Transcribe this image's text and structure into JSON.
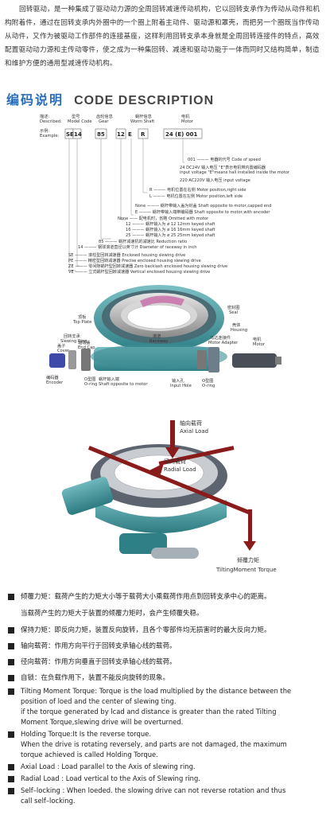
{
  "intro": "回转驱动，是一种集成了驱动动力源的全周回转减速传动机构，它以回转支承作为传动从动件和机构附着件，通过在回转支承内外圈中的一个圈上附着主动件、驱动源和罩壳，而把另一个圈既当作传动从动件，又作为被驱动工作部件的连接基座，这样利用回转支承本身就是全周回转连接件的特点，高效配置驱动动力源和主传动零件，使之成为一种集回转、减速和驱动功能于一体而同时又结构简单，制造和维护方便的通用型减速传动机构。",
  "heading": {
    "cn": "编码说明",
    "en": "CODE DESCRIPTION"
  },
  "code": {
    "describe_cn": "描述:",
    "describe_en": "Described:",
    "example_cn": "示例:",
    "example_en": "Example:",
    "columns": [
      {
        "cn": "型号",
        "en": "Model Code",
        "value": "SE"
      },
      {
        "cn": "",
        "en": "",
        "value": "14"
      },
      {
        "cn": "齿轮信息",
        "en": "Gear",
        "value": "85"
      },
      {
        "cn": "蜗杆信息",
        "en": "Worm Shaft",
        "value": "12"
      },
      {
        "cn": "",
        "en": "",
        "value": "E"
      },
      {
        "cn": "",
        "en": "",
        "value": "R"
      },
      {
        "cn": "电机",
        "en": "Motor",
        "value": "24 (E) 001"
      }
    ],
    "lines": [
      "001 ——— 电器的代号  Code of speed",
      "24  DC24V  输入电压 \"E\"表示电机带内置编码器",
      "                 input voltage  \"E\"means hall installed inside the motor",
      "220   AC220V  输入电压  input voltage",
      "R ——— 电机位置在右侧   Motor position,right side",
      "L ——— 电机位置在左侧   Motor position,left side",
      "None ——— 蜗杆带输入盖为封盖   Shaft opposite to motor,capped end",
      "E ——— 蜗杆带输入端带编码器   Shaft opposite to motor,with encoder",
      "None —— 配电机时，省略      Omitted with motor",
      "12 ——— 蜗杆输入为 ø 12    12mm keyed shaft",
      "16 ——— 蜗杆输入为 ø 16    16mm keyed shaft",
      "25 ——— 蜗杆输入为 ø 25    25mm keyed shaft",
      "85 ——— 蜗杆减速机的减速比   Reduction ratio",
      "14 ——— 钢球滚道直径以英寸计   Diameter of raceway in inch",
      "SE ——— 滚柱型回转减速器   Enclosed housing slewing drive",
      "PE ——— 精密型回转减速器   Precise enclosed housing slewing drive",
      "ZE ——— 零间隙蜗杆型回转减速器  Zero backlash enclosed housing slewing drive",
      "VE ——— 立式蜗杆型回转减速器   Vertical enclosed housing slewing drive"
    ]
  },
  "parts": {
    "top_plate_cn": "顶板",
    "top_plate_en": "Top Plate",
    "slewing_ring_cn": "回转支承",
    "slewing_ring_en": "Slewing Ring",
    "raceway_cn": "滚道",
    "raceway_en": "Raceway",
    "seal_cn": "密封圈",
    "seal_en": "Seal",
    "housing_cn": "壳体",
    "housing_en": "Housing",
    "motor_adapter_cn": "马达连接件",
    "motor_adapter_en": "Motor Adapter",
    "motor_cn": "电机",
    "motor_en": "Motor",
    "cover_cn": "盖子",
    "cover_en": "Cover",
    "end_cap_cn": "轴端盖",
    "end_cap_en": "End Cap",
    "encoder_cn": "编码器",
    "encoder_en": "Encoder",
    "oring1_cn": "O型圈",
    "oring1_en": "O-ring",
    "shaft_opp_cn": "蜗杆输入端",
    "shaft_opp_en": "Shaft opposite to motor",
    "input_hole_cn": "输入孔",
    "input_hole_en": "Input Hole",
    "oring2_cn": "O型圈",
    "oring2_en": "O-ring"
  },
  "loads": {
    "axial_cn": "轴向载荷",
    "axial_en": "Axial Load",
    "radial_cn": "径向载荷",
    "radial_en": "Radial Load",
    "tilting_cn": "倾覆力矩",
    "tilting_en": "TiltingMoment Torque"
  },
  "cn_items": [
    {
      "text": "倾覆力矩：载荷产生的力矩大小等于载荷大小乘载荷作用点到回转支承中心的距离。"
    },
    {
      "text": "当载荷产生的力矩大于装置的倾覆力矩时，会产生倾覆失稳。",
      "cont": true
    },
    {
      "text": "保持力矩：即反向力矩，装置反向旋转，且各个零部件均无损害时的最大反向力矩。"
    },
    {
      "text": "轴向载荷：作用方向平行于回转支承轴心线的载荷。"
    },
    {
      "text": "径向载荷：作用方向垂直于回转支承轴心线的载荷。"
    },
    {
      "text": "自锁：在负载作用下，装置不能反向旋转的现象。"
    }
  ],
  "en_items": [
    {
      "text": "Tilting Moment Torque: Torque is the load multiplied by the distance between the"
    },
    {
      "text": "position of loed and the center of slewing ting.",
      "cont": true
    },
    {
      "text": "if the torque generated by lcad and distance is greater than the  rated Tilting",
      "cont": true
    },
    {
      "text": "Moment Torque,slewing drive will be overturned.",
      "cont": true
    },
    {
      "text": "Holding Torque:It Is the reverse torque."
    },
    {
      "text": "When the drive is rotating  reversely, and parts are not damaged, the maximum",
      "cont": true
    },
    {
      "text": "torque achieved is called Holding Torque.",
      "cont": true
    },
    {
      "text": "Axial Load : Load parallel to the Axis of slewing ring."
    },
    {
      "text": "Radial Load : Load vertical to the Axis of Slewing ring."
    },
    {
      "text": "Self–locking : When loeded. the slowing drive can not reverse rotation and thus"
    },
    {
      "text": "call self–locking.",
      "cont": true
    }
  ]
}
